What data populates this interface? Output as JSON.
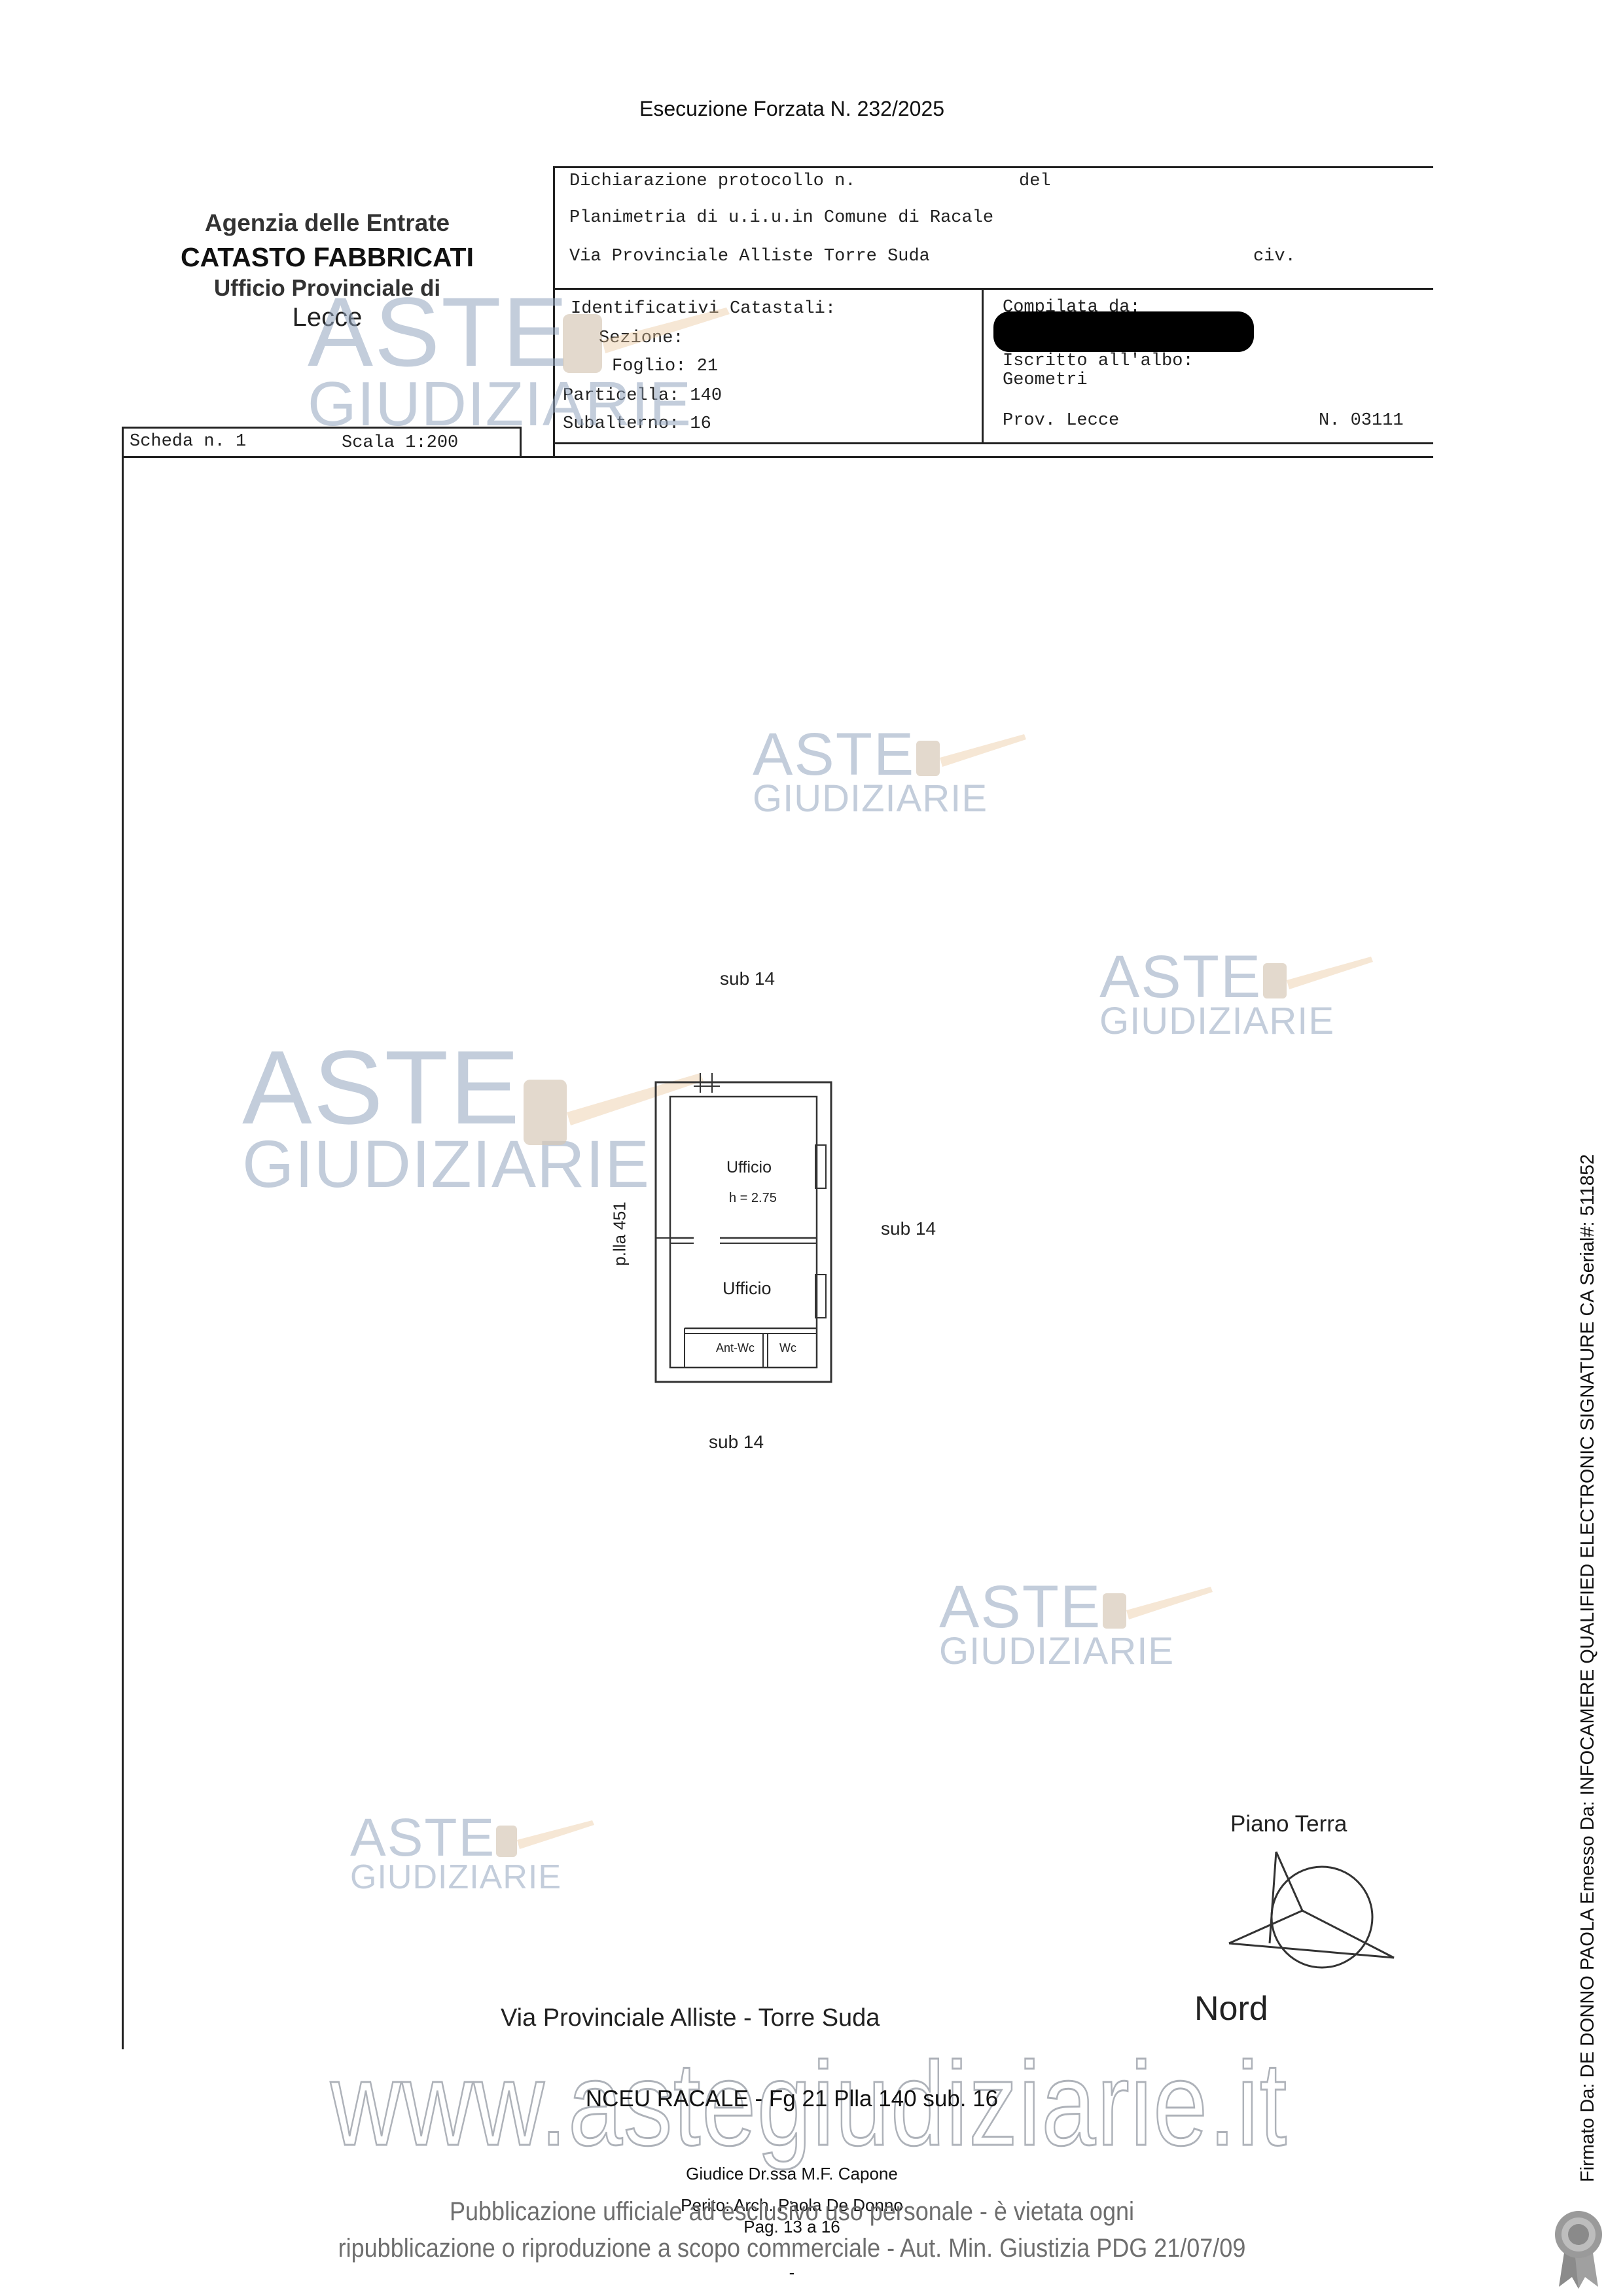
{
  "header": {
    "case": "Esecuzione Forzata N. 232/2025"
  },
  "office": {
    "line1": "Agenzia delle Entrate",
    "line2": "CATASTO FABBRICATI",
    "line3": "Ufficio Provinciale di",
    "line4": "Lecce"
  },
  "declaration": {
    "row1_label": "Dichiarazione protocollo n.",
    "row1_del": "del",
    "row2": "Planimetria di u.i.u.in Comune di Racale",
    "row3": "Via Provinciale Alliste Torre Suda",
    "row3_civ": "civ."
  },
  "identifiers": {
    "title": "Identificativi Catastali:",
    "sezione": "Sezione:",
    "foglio": "Foglio: 21",
    "particella": "Particella: 140",
    "subalterno": "Subalterno: 16"
  },
  "compiler": {
    "label": "Compilata da:",
    "albo": "Iscritto all'albo:",
    "albo_value": "Geometri",
    "prov": "Prov. Lecce",
    "number": "N. 03111"
  },
  "scheda": {
    "label": "Scheda n. 1",
    "scale": "Scala 1:200"
  },
  "plan": {
    "sub_top": "sub 14",
    "sub_right": "sub 14",
    "sub_bottom": "sub 14",
    "plla": "p.lla 451",
    "room1": "Ufficio",
    "room1_height": "h = 2.75",
    "room2": "Ufficio",
    "room3": "Ant-Wc",
    "room4": "Wc",
    "floor": "Piano Terra",
    "north": "Nord",
    "street": "Via Provinciale Alliste - Torre Suda"
  },
  "watermark": {
    "big": "ASTE",
    "small": "GIUDIZIARIE",
    "site": "www.astegiudiziarie.it"
  },
  "footer": {
    "caption": "NCEU RACALE - Fg 21 Plla 140 sub. 16",
    "judge": "Giudice Dr.ssa M.F. Capone",
    "expert": "Perito: Arch. Paola De Donno",
    "page": "Pag. 13 a 16",
    "dash": "-",
    "notice1": "Pubblicazione ufficiale ad esclusivo uso personale - è vietata ogni",
    "notice2": "ripubblicazione o riproduzione a scopo commerciale - Aut. Min. Giustizia PDG 21/07/09"
  },
  "signature": "Firmato Da: DE DONNO PAOLA Emesso Da: INFOCAMERE QUALIFIED ELECTRONIC SIGNATURE CA Serial#: 511852"
}
